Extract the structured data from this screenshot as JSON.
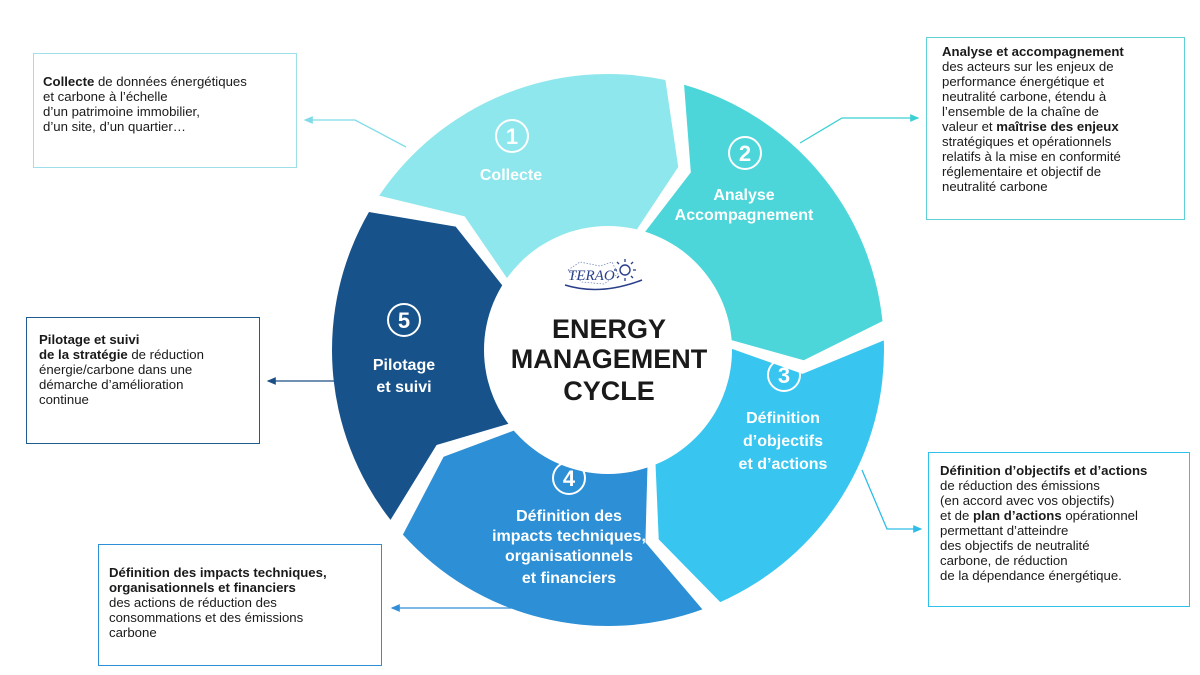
{
  "center": {
    "logo": "TERAO",
    "title_line1": "ENERGY",
    "title_line2": "MANAGEMENT",
    "title_line3": "CYCLE"
  },
  "steps": [
    {
      "number": "1",
      "label_line1": "Collecte",
      "label_line2": "",
      "label_line3": "",
      "label_line4": "",
      "color": "#8ee7ec"
    },
    {
      "number": "2",
      "label_line1": "Analyse",
      "label_line2": "Accompagnement",
      "label_line3": "",
      "label_line4": "",
      "color": "#4cd6d9"
    },
    {
      "number": "3",
      "label_line1": "Définition",
      "label_line2": "d’objectifs",
      "label_line3": "et d’actions",
      "label_line4": "",
      "color": "#38c5ef"
    },
    {
      "number": "4",
      "label_line1": "Définition des",
      "label_line2": "impacts techniques,",
      "label_line3": "organisationnels",
      "label_line4": "et financiers",
      "color": "#2d8fd5"
    },
    {
      "number": "5",
      "label_line1": "Pilotage",
      "label_line2": "et suivi",
      "label_line3": "",
      "label_line4": "",
      "color": "#17528a"
    }
  ],
  "boxes": {
    "collecte": {
      "bold1": "Collecte",
      "text1": " de données énergétiques",
      "line2": "et carbone à l’échelle",
      "line3": "d’un patrimoine immobilier,",
      "line4": "d’un site, d’un quartier…"
    },
    "analyse": {
      "bold1": "Analyse et accompagnement",
      "line2": "des acteurs sur les enjeux de",
      "line3": "performance énergétique et",
      "line4": "neutralité carbone, étendu à",
      "line5": "l’ensemble de la chaîne de",
      "line6_text": "valeur et ",
      "line6_bold": "maîtrise des enjeux",
      "line7": "stratégiques et opérationnels",
      "line8": "relatifs à la mise en conformité",
      "line9": "réglementaire et objectif de",
      "line10": "neutralité carbone"
    },
    "pilotage": {
      "bold1": "Pilotage et suivi",
      "bold2": "de la stratégie",
      "text2": " de réduction",
      "line3": "énergie/carbone dans une",
      "line4": "démarche d’amélioration",
      "line5": "continue"
    },
    "definition_objectifs": {
      "bold1": "Définition d’objectifs et d’actions",
      "line2": "de réduction des émissions",
      "line3": "(en accord avec vos objectifs)",
      "line4_text": "et de ",
      "line4_bold": "plan d’actions",
      "line4_text2": " opérationnel",
      "line5": "permettant d’atteindre",
      "line6": "des objectifs de neutralité",
      "line7": "carbone, de réduction",
      "line8": "de la dépendance énergétique."
    },
    "definition_impacts": {
      "bold1": "Définition des impacts techniques,",
      "bold2": "organisationnels et financiers",
      "line3": "des actions de réduction des",
      "line4": "consommations et des émissions",
      "line5": "carbone"
    }
  }
}
